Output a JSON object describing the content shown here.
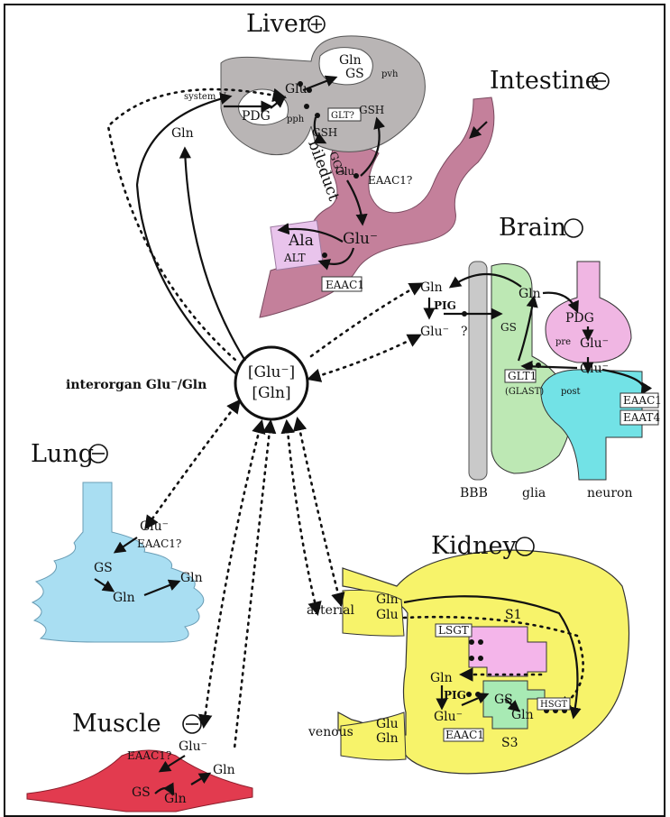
{
  "organs": {
    "liver": {
      "name": "Liver",
      "status_symbol": "plus-circle"
    },
    "intestine": {
      "name": "Intestine",
      "status_symbol": "minus-circle"
    },
    "brain": {
      "name": "Brain",
      "status_symbol": "open-circle"
    },
    "lung": {
      "name": "Lung",
      "status_symbol": "minus-circle"
    },
    "kidney": {
      "name": "Kidney",
      "status_symbol": "open-circle"
    },
    "muscle": {
      "name": "Muscle",
      "status_symbol": "minus-circle"
    }
  },
  "center": {
    "caption": "interorgan Glu⁻/Gln",
    "pool_glu": "[Glu⁻]",
    "pool_gln": "[Gln]"
  },
  "liver": {
    "gln_top": "Gln",
    "gs": "GS",
    "pvh": "pvh",
    "glu": "Glu",
    "glt": "GLT?",
    "system_n": "system N",
    "pdg": "PDG",
    "pph": "pph",
    "gsh_right": "GSH",
    "gln_left": "Gln"
  },
  "intestine": {
    "gsh": "GSH",
    "ggt": "GGT",
    "glu": "Glu",
    "bileduct": "bileduct",
    "eaac1q": "EAAC1?",
    "glu_minus": "Glu⁻",
    "ala": "Ala",
    "alt": "ALT",
    "eaac1": "EAAC1"
  },
  "brain": {
    "gln_left": "Gln",
    "pig": "PIG",
    "glu_left": "Glu⁻",
    "q": "?",
    "gln_glia": "Gln",
    "gs": "GS",
    "pdg": "PDG",
    "pre": "pre",
    "glu_pre": "Glu⁻",
    "glu_mid": "Glu⁻",
    "glt1": "GLT1",
    "glast": "(GLAST)",
    "post": "post",
    "eaac1": "EAAC1",
    "eaat4": "EAAT4",
    "bbb": "BBB",
    "glia": "glia",
    "neuron": "neuron"
  },
  "lung": {
    "glu": "Glu⁻",
    "eaac1q": "EAAC1?",
    "gs": "GS",
    "gln": "Gln",
    "gln_out": "Gln"
  },
  "muscle": {
    "eaac1q": "EAAC1?",
    "glu": "Glu⁻",
    "gln_out": "Gln",
    "gs": "GS",
    "gln": "Gln"
  },
  "kidney": {
    "arterial": "arterial",
    "gln_in": "Gln",
    "glu_in": "Glu",
    "lsgt": "LSGT",
    "s1": "S1",
    "gln_s3": "Gln",
    "pig": "PIG",
    "glu_s3": "Glu⁻",
    "gs": "GS",
    "gln_s3b": "Gln",
    "hsgt": "HSGT",
    "eaac1": "EAAC1",
    "s3": "S3",
    "venous": "venous",
    "glu_out": "Glu",
    "gln_out": "Gln"
  },
  "colors": {
    "liver": "#b9b5b5",
    "intestine": "#c4809b",
    "glia": "#bde8b4",
    "neuron_pre": "#f0b6e3",
    "neuron_post": "#72e2e6",
    "bbb": "#c9c9c9",
    "lung": "#a9def2",
    "muscle": "#e23b4f",
    "kidney": "#f7f36a",
    "kidney_s1": "#f4b5ea",
    "kidney_s3": "#a8eab4",
    "ala_box": "#e9c4ec"
  }
}
